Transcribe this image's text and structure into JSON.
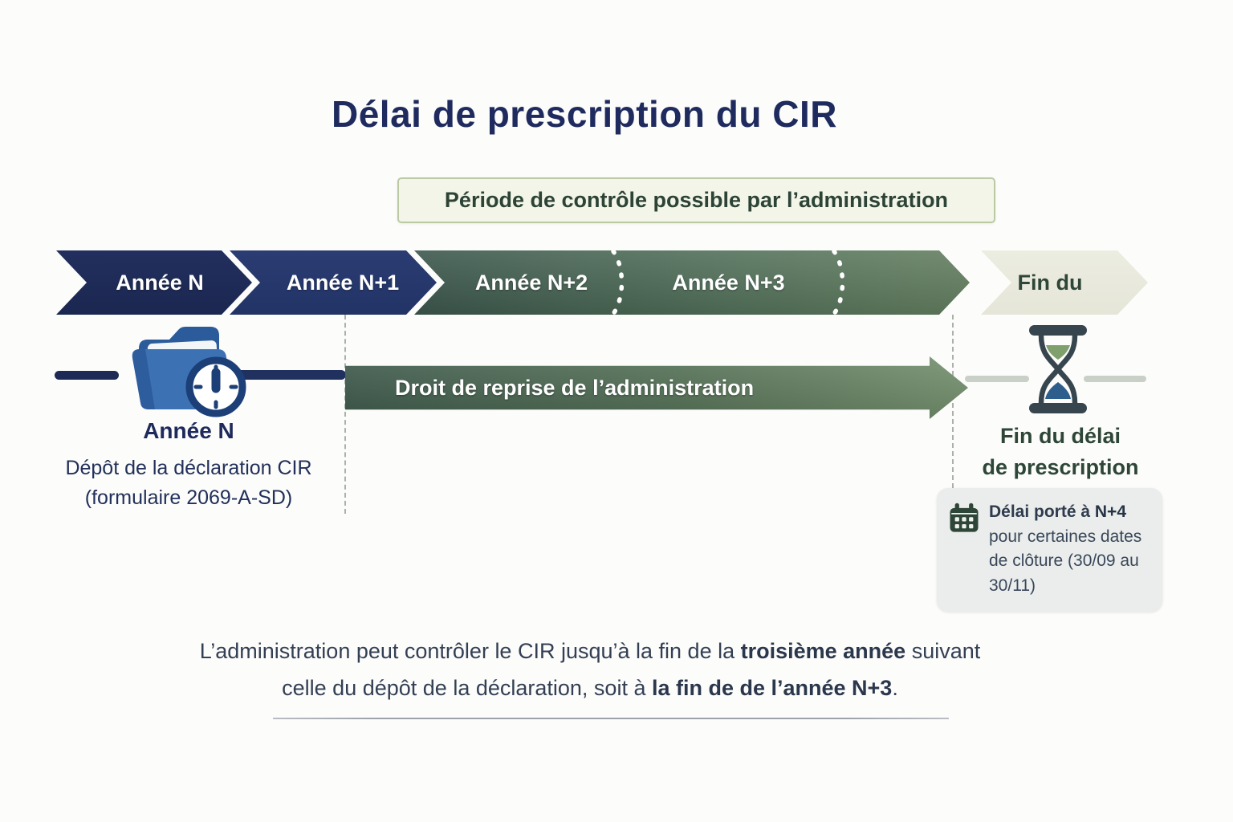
{
  "page": {
    "title": "Délai de prescription du CIR"
  },
  "banner": {
    "label": "Période de contrôle possible par l’administration"
  },
  "timeline": {
    "segments": [
      {
        "label": "Année N"
      },
      {
        "label": "Année N+1"
      },
      {
        "label": "Année N+2"
      },
      {
        "label": "Année N+3"
      },
      {
        "label": "Fin du"
      }
    ]
  },
  "deposit": {
    "heading": "Année N",
    "line1": "Dépôt de la déclaration CIR",
    "line2": "(formulaire 2069-A-SD)"
  },
  "reprise": {
    "label": "Droit de reprise de l’administration"
  },
  "prescription_end": {
    "line1": "Fin du délai",
    "line2": "de prescription"
  },
  "note": {
    "lead": "Délai porté à ",
    "lead_bold": "N+4",
    "body": " pour certaines dates de clôture (30/09 au 30/11)"
  },
  "footer": {
    "l1a": "L’administration peut contrôler le CIR jusqu’à la fin de la ",
    "l1b": "troisième année",
    "l1c": " suivant",
    "l2a": "celle du dépôt de la déclaration, soit à ",
    "l2b": "la fin de de l’année N+3",
    "l2c": "."
  },
  "icons": {
    "folder_clock": "folder-with-clock",
    "hourglass": "hourglass",
    "calendar": "calendar"
  },
  "colors": {
    "title_navy": "#1f2b5e",
    "arrow_navy_1": "#1d2a55",
    "arrow_navy_2": "#24356b",
    "band_green_dark": "#3c574d",
    "band_green_light": "#648061",
    "band_beige": "#e9eadd",
    "text_green": "#2e4638",
    "banner_bg": "#f3f5e8",
    "banner_border": "#bccaa4",
    "note_bg": "#eaedeb",
    "folder_blue": "#3c72b4",
    "clock_navy": "#1c3f77",
    "hourglass_frame": "#37464e",
    "sand_green": "#7fa06c",
    "sand_blue": "#2d5e8c"
  }
}
